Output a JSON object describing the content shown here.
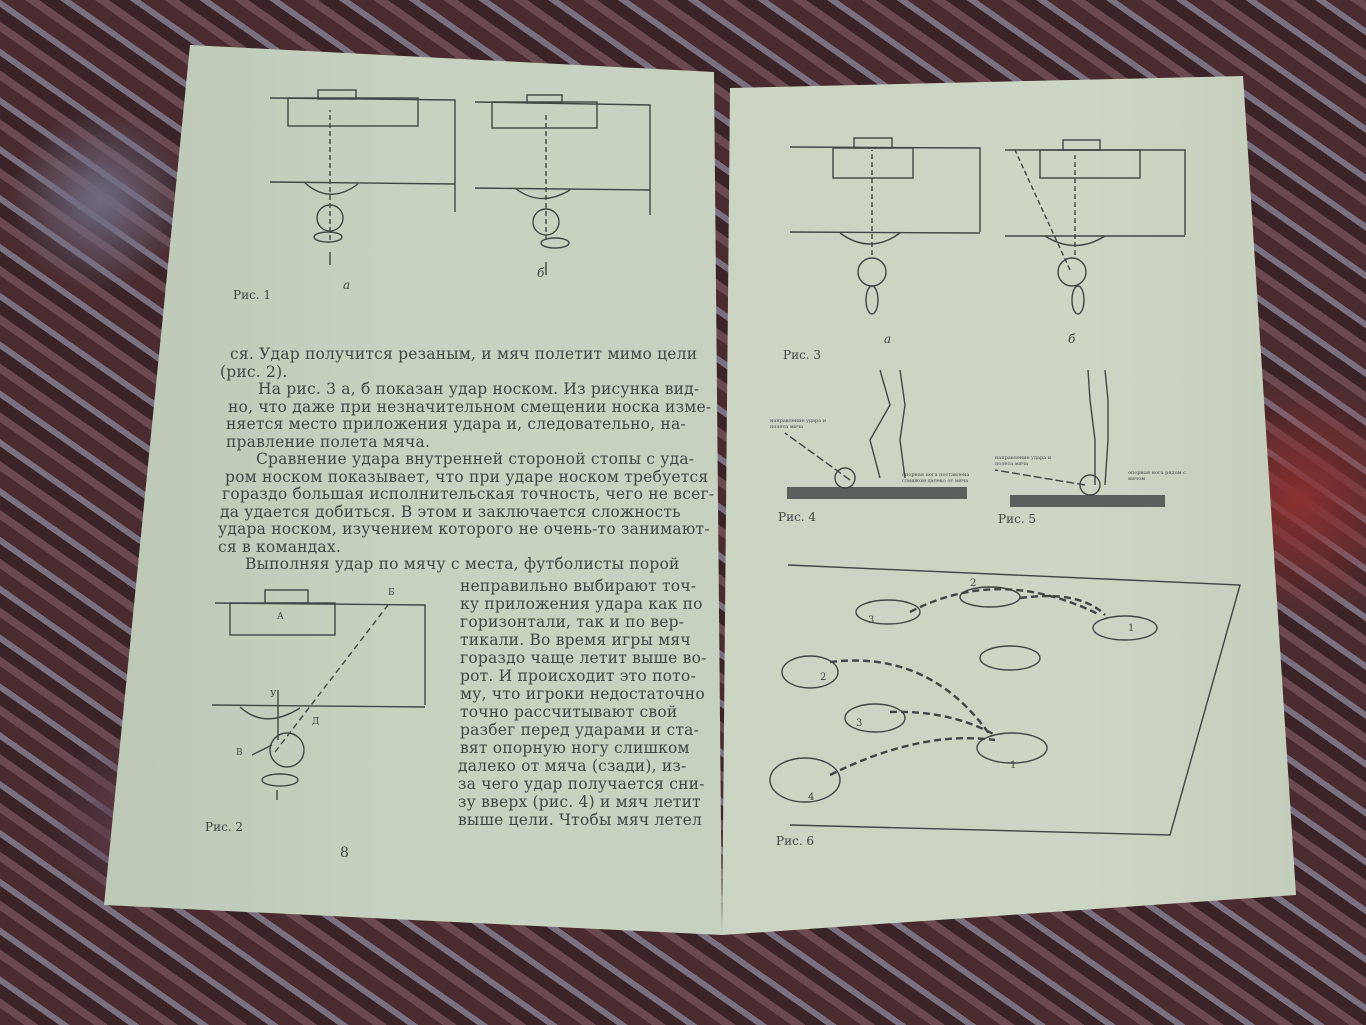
{
  "left_page": {
    "paragraph_lines": [
      "ся. Удар получится резаным, и мяч полетит мимо цели",
      "(рис. 2).",
      "На рис. 3 а, б показан удар носком. Из рисунка вид-",
      "но, что даже при незначительном смещении носка изме-",
      "няется место приложения удара и, следовательно, на-",
      "правление полета мяча.",
      "Сравнение удара внутренней стороной стопы с уда-",
      "ром носком показывает, что при ударе носком требуется",
      "гораздо большая исполнительская точность, чего не всег-",
      "да удается добиться. В этом и заключается сложность",
      "удара носком, изучением которого не очень-то занимают-",
      "ся в командах.",
      "Выполняя удар по мячу с места, футболисты порой"
    ],
    "wrapped_lines": [
      "неправильно выбирают точ-",
      "ку приложения удара как по",
      "горизонтали, так и по вер-",
      "тикали. Во время игры мяч",
      "гораздо чаще летит выше во-",
      "рот. И происходит это пото-",
      "му, что игроки недостаточно",
      "точно рассчитывают свой",
      "разбег перед ударами и ста-",
      "вят опорную ногу слишком",
      "далеко от мяча (сзади), из-",
      "за чего удар получается сни-",
      "зу вверх (рис. 4) и мяч летит",
      "выше цели. Чтобы мяч летел"
    ],
    "fig1_caption": "Рис. 1",
    "fig1_a": "а",
    "fig1_b": "б",
    "fig2_caption": "Рис. 2",
    "fig_letters": {
      "A": "А",
      "B": "Б",
      "U": "У",
      "D": "Д",
      "V": "В"
    },
    "page_number": "8"
  },
  "right_page": {
    "fig3_caption": "Рис. 3",
    "fig3_a": "а",
    "fig3_b": "б",
    "fig4_caption": "Рис. 4",
    "fig5_caption": "Рис. 5",
    "fig6_caption": "Рис. 6",
    "fig4_label_direction": "направление удара и полета мяча",
    "fig4_label_foot": "опорная нога поставлена слишком далеко от мяча",
    "fig5_label_direction": "направление удара и полета мяча",
    "fig5_label_foot": "опорная нога рядом с мячом",
    "fig6_numbers": [
      "1",
      "2",
      "3",
      "1",
      "2",
      "3",
      "4"
    ]
  }
}
